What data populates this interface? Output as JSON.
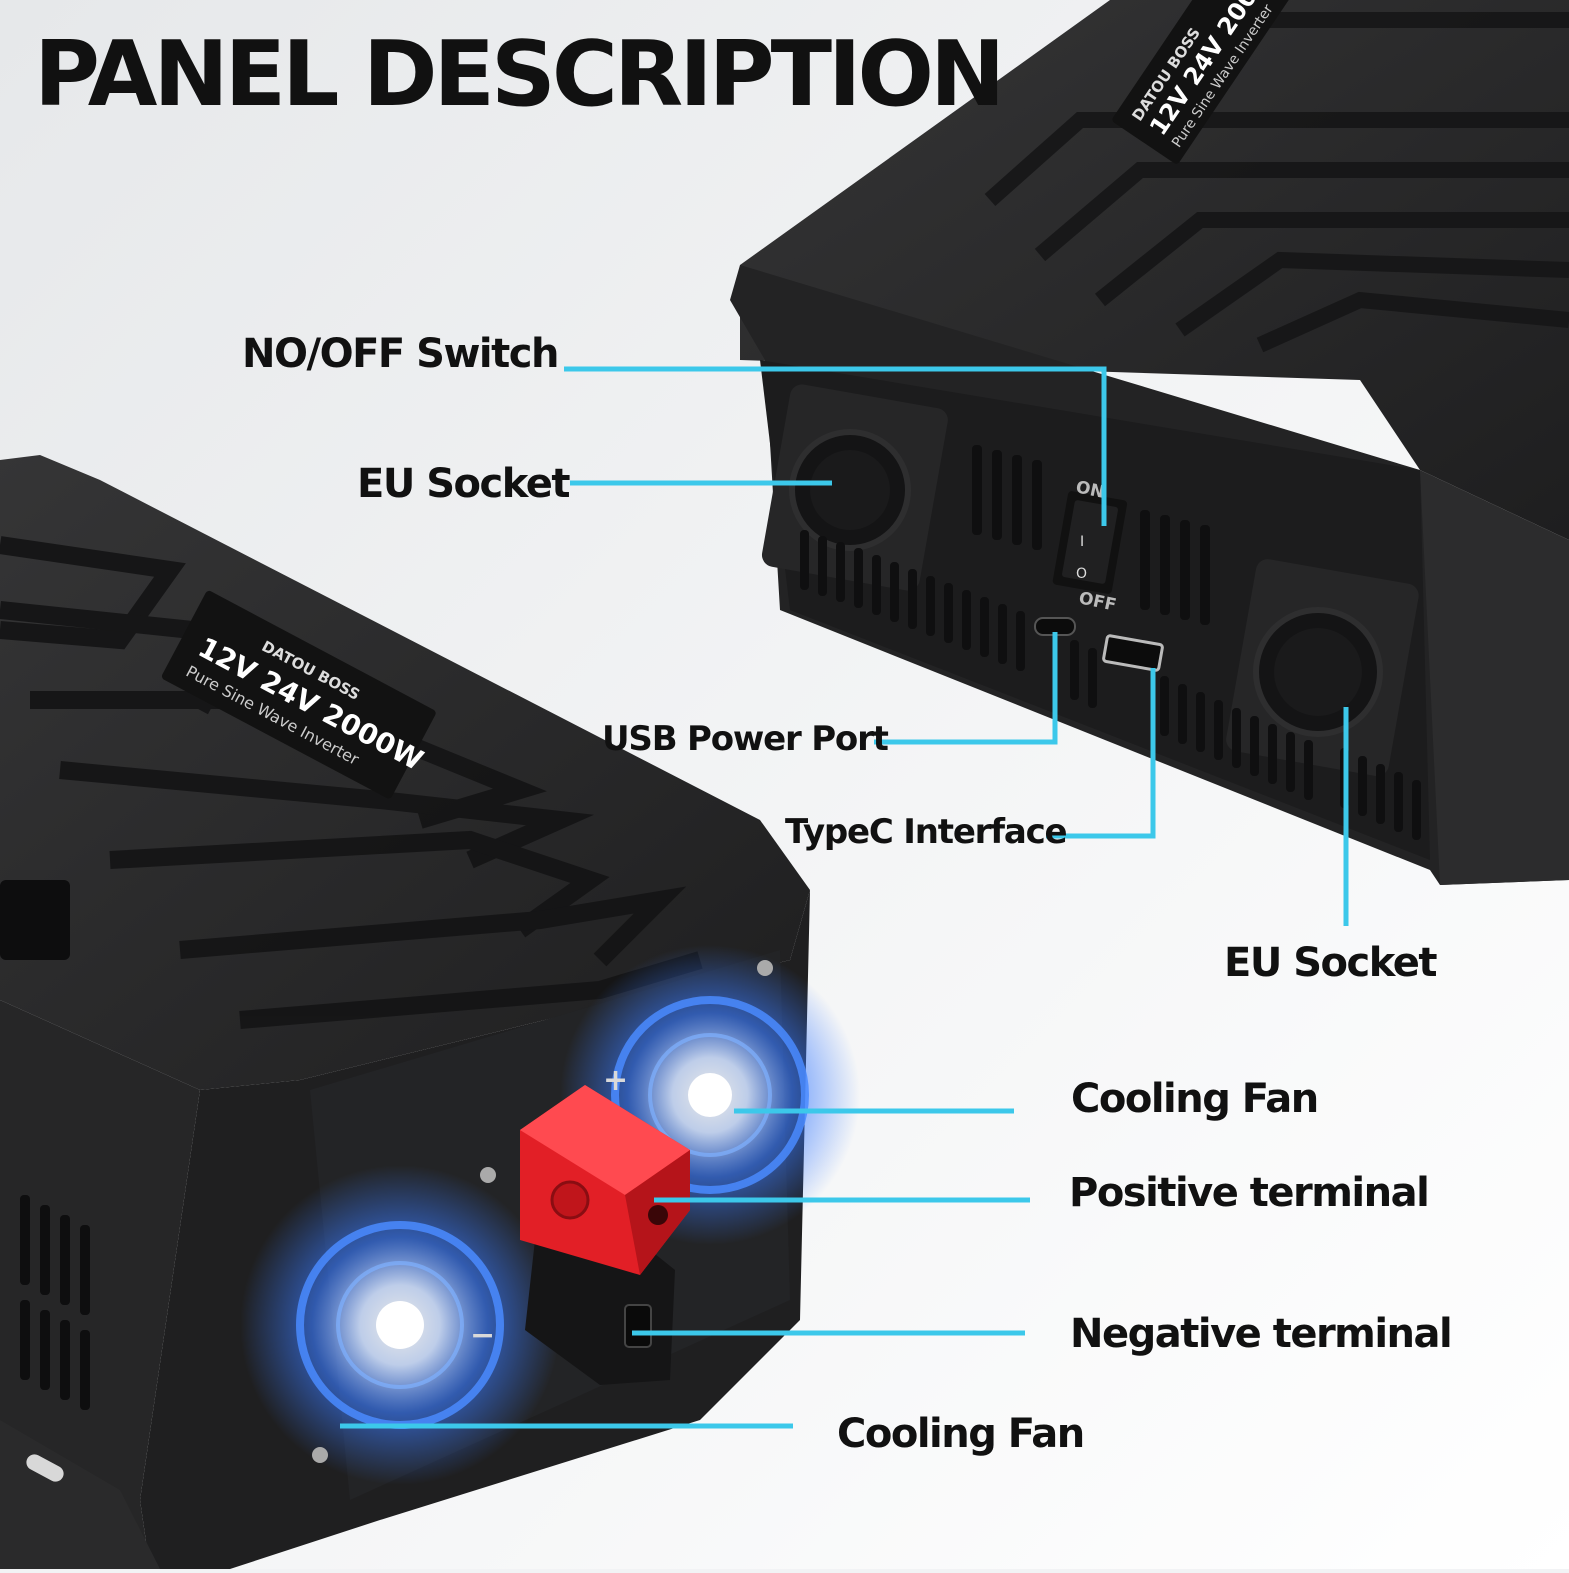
{
  "title": "PANEL DESCRIPTION",
  "colors": {
    "leader": "#3cc8ea",
    "body": "#2a2a2b",
    "body_dark": "#1b1b1c",
    "terminal_positive": "#e21f26",
    "fan_glow": "#3a7bff"
  },
  "callouts": {
    "switch": "NO/OFF Switch",
    "eu_socket_top": "EU Socket",
    "usb_port": "USB Power Port",
    "typec": "TypeC Interface",
    "eu_socket_right": "EU Socket",
    "cooling_fan_right": "Cooling Fan",
    "positive": "Positive terminal",
    "negative": "Negative terminal",
    "cooling_fan_bottom": "Cooling Fan"
  },
  "product_label": {
    "brand": "DATOU BOSS",
    "model": "12V 24V 2000W",
    "type": "Pure Sine Wave Inverter"
  },
  "switch_marks": {
    "on": "ON",
    "off": "OFF",
    "one": "I",
    "zero": "O"
  },
  "terminal_marks": {
    "plus": "+",
    "minus": "−"
  }
}
